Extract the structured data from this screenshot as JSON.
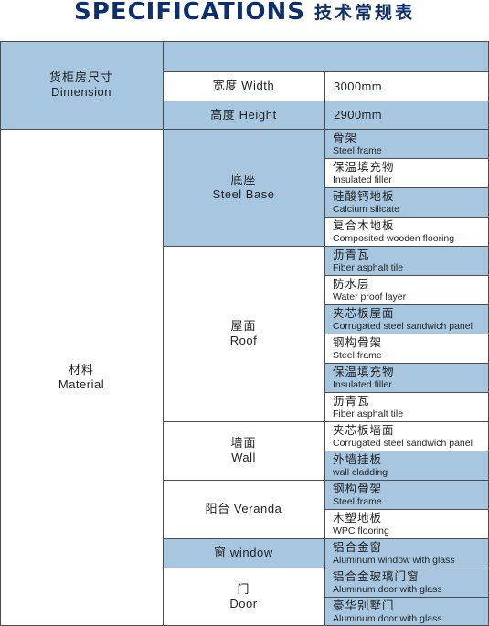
{
  "header": {
    "title_en": "SPECIFICATIONS",
    "title_cn": "技术常规表"
  },
  "dimension": {
    "label_cn": "货柜房尺寸",
    "label_en": "Dimension",
    "width_label": "宽度 Width",
    "width_value": "3000mm",
    "height_label": "高度 Height",
    "height_value": "2900mm"
  },
  "material": {
    "label_cn": "材料",
    "label_en": "Material",
    "steel_base": {
      "label_cn": "底座",
      "label_en": "Steel Base",
      "items": [
        {
          "cn": "骨架",
          "en": "Steel frame"
        },
        {
          "cn": "保温填充物",
          "en": "Insulated filler"
        },
        {
          "cn": "硅酸钙地板",
          "en": "Calcium silicate"
        },
        {
          "cn": "复合木地板",
          "en": "Composited wooden flooring"
        }
      ]
    },
    "roof": {
      "label_cn": "屋面",
      "label_en": "Roof",
      "items": [
        {
          "cn": "沥青瓦",
          "en": "Fiber asphalt tile"
        },
        {
          "cn": "防水层",
          "en": "Water proof layer"
        },
        {
          "cn": "夹芯板屋面",
          "en": "Corrugated steel sandwich panel"
        },
        {
          "cn": "钢构骨架",
          "en": "Steel frame"
        },
        {
          "cn": "保温填充物",
          "en": "Insulated filler"
        },
        {
          "cn": "沥青瓦",
          "en": "Fiber asphalt tile"
        }
      ]
    },
    "wall": {
      "label_cn": "墙面",
      "label_en": "Wall",
      "items": [
        {
          "cn": "夹芯板墙面",
          "en": "Corrugated steel sandwich panel"
        },
        {
          "cn": "外墙挂板",
          "en": "wall cladding"
        }
      ]
    },
    "veranda": {
      "label": "阳台 Veranda",
      "items": [
        {
          "cn": "钢构骨架",
          "en": "Steel frame"
        },
        {
          "cn": "木塑地板",
          "en": "WPC flooring"
        }
      ]
    },
    "window": {
      "label": "窗 window",
      "items": [
        {
          "cn": "铝合金窗",
          "en": "Aluminum window with glass"
        }
      ]
    },
    "door": {
      "label_cn": "门",
      "label_en": "Door",
      "items": [
        {
          "cn": "铝合金玻璃门窗",
          "en": "Aluminum door with glass"
        },
        {
          "cn": "豪华别墅门",
          "en": "Aluminum door with glass"
        }
      ]
    }
  }
}
